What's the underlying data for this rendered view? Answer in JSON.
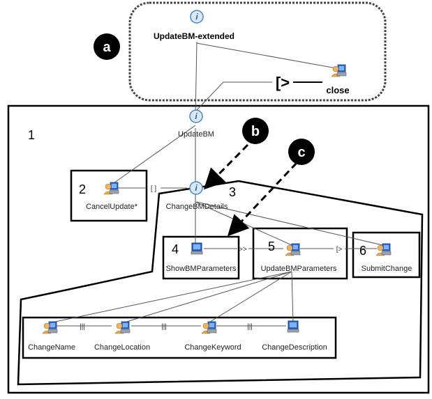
{
  "tasks": {
    "update_bm_extended": "UpdateBM-extended",
    "close": "close",
    "update_bm": "UpdateBM",
    "cancel_update": "CancelUpdate*",
    "change_bm_details": "ChangeBMDetails",
    "show_bm_parameters": "ShowBMParameters",
    "update_bm_parameters": "UpdateBMParameters",
    "submit_change": "SubmitChange",
    "change_name": "ChangeName",
    "change_location": "ChangeLocation",
    "change_keyword": "ChangeKeyword",
    "change_description": "ChangeDescription"
  },
  "operators": {
    "disabling_top": "[>",
    "choice": "[ ]",
    "enabling": ">>",
    "disabling": "[>",
    "interleave_1": "|||",
    "interleave_2": "|||",
    "interleave_3": "|||"
  },
  "region_numbers": {
    "n1": "1",
    "n2": "2",
    "n3": "3",
    "n4": "4",
    "n5": "5",
    "n6": "6"
  },
  "callouts": {
    "a": "a",
    "b": "b",
    "c": "c"
  },
  "colors": {
    "line": "#000000",
    "thin_line": "#555555",
    "abstract_icon": "#4a86c8",
    "interaction_icon": "#2d6fd6",
    "user_icon": "#e8a94a"
  }
}
